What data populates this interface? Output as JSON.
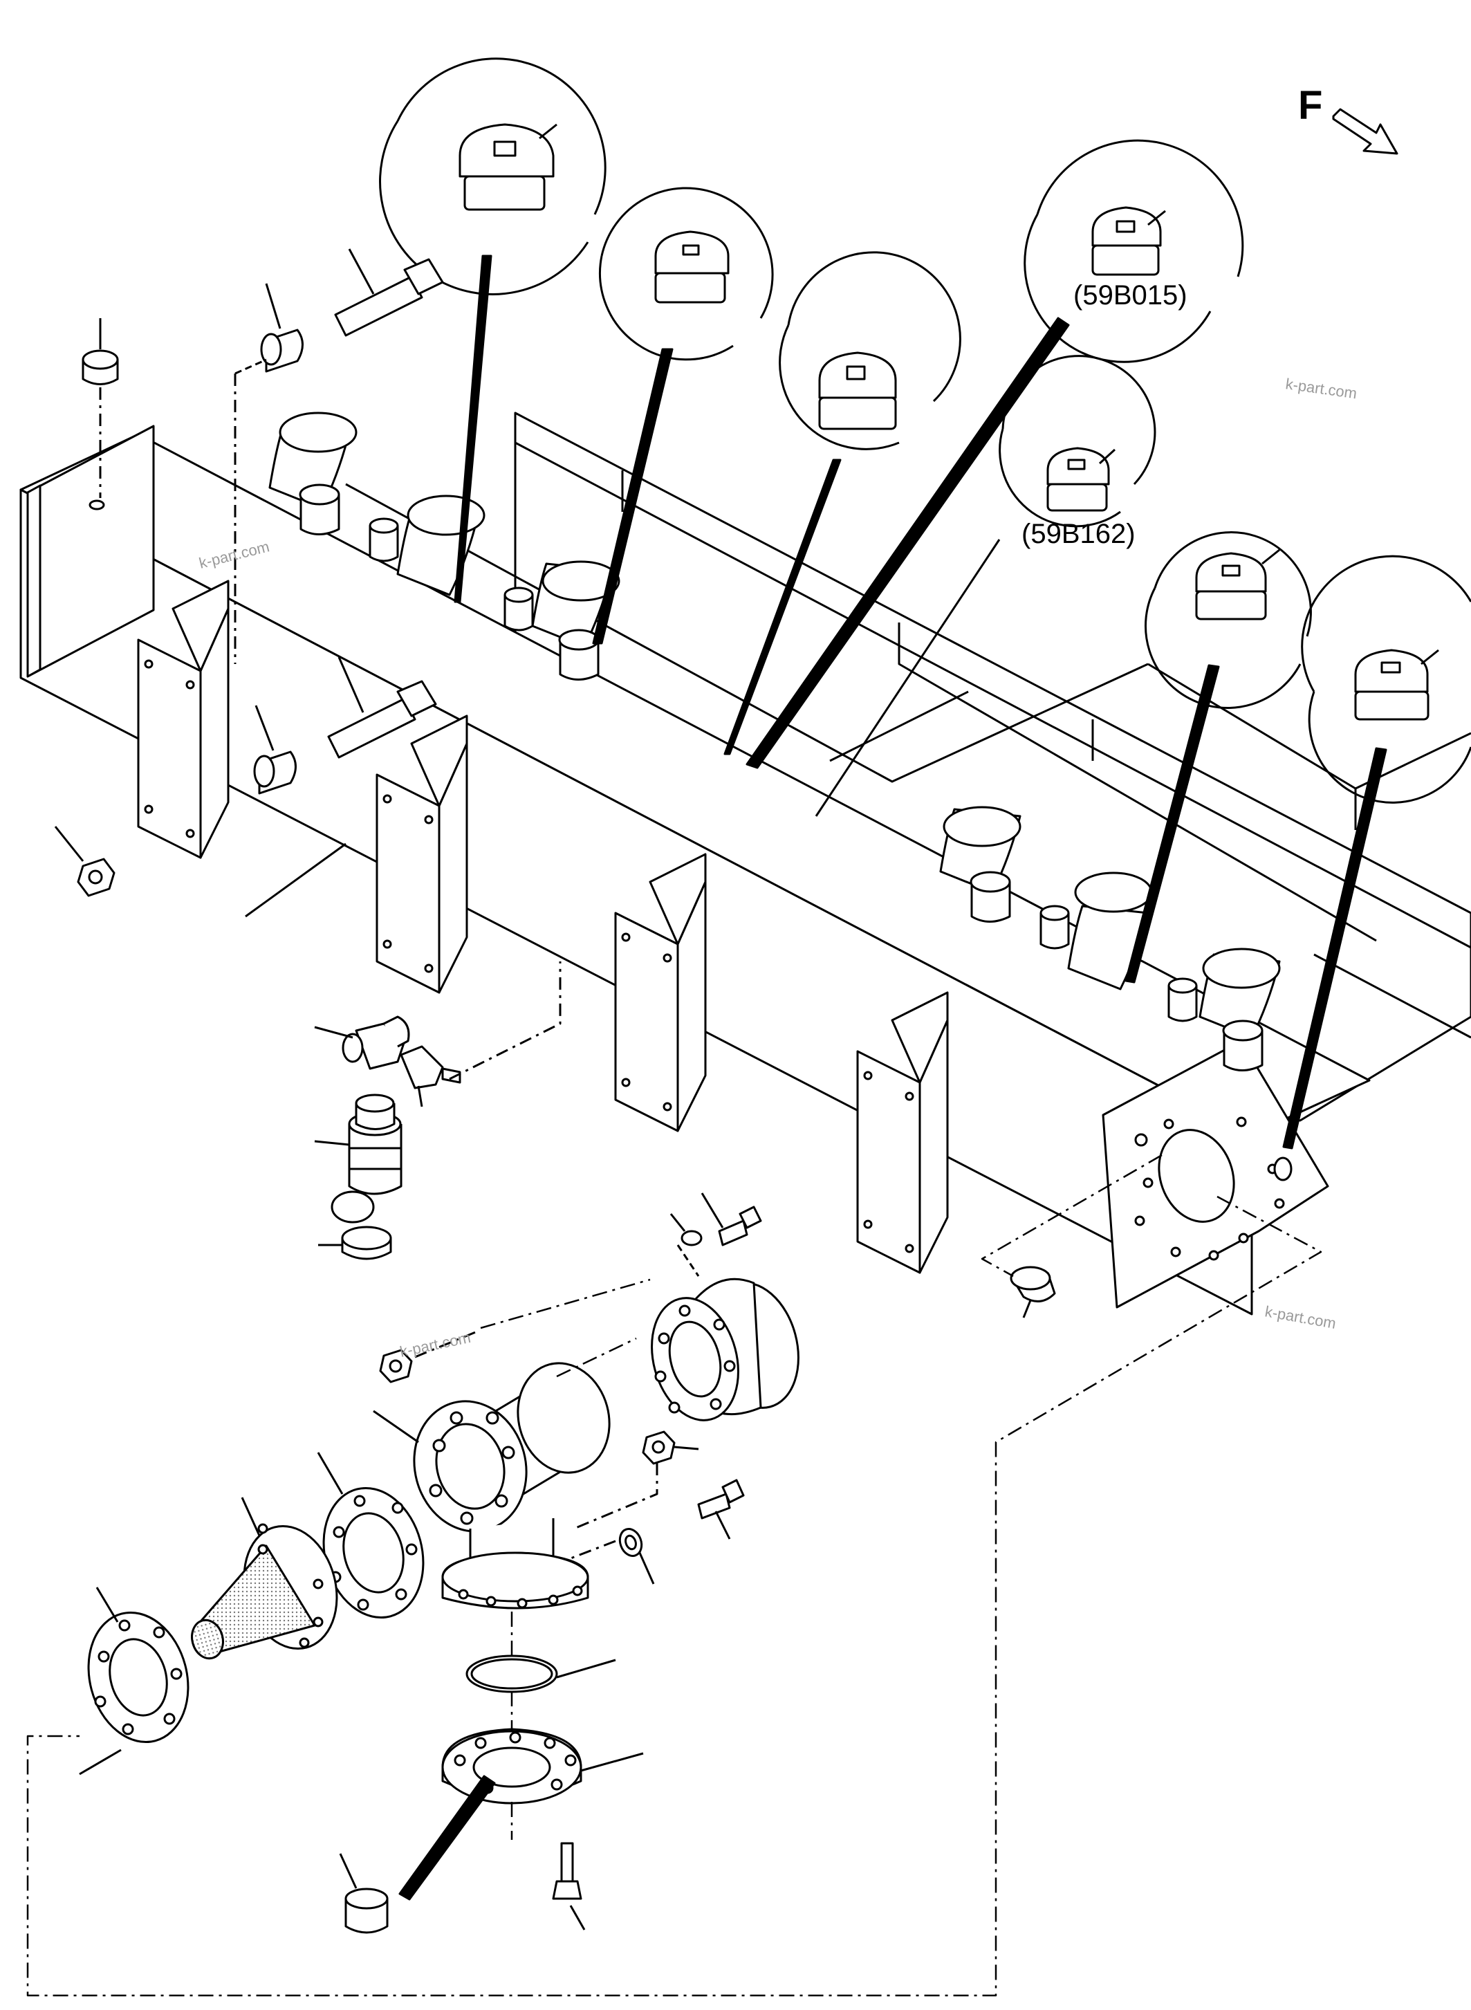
{
  "direction": {
    "letter": "F"
  },
  "callouts": [
    {
      "id": "plug-59b015",
      "text": "(59B015)"
    },
    {
      "id": "plug-59b162",
      "text": "(59B162)"
    }
  ],
  "watermarks": [
    "k-part.com",
    "k-part.com",
    "k-part.com",
    "k-part.com"
  ],
  "colors": {
    "line": "#000000",
    "fill": "#ffffff",
    "shade": "#d8d8d8",
    "watermark": "#9a9a9a"
  }
}
